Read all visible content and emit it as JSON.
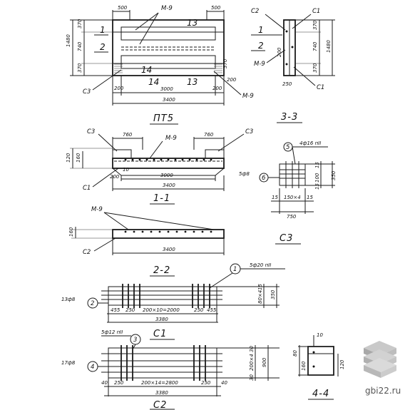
{
  "views": {
    "pt5": {
      "title": "ПТ5",
      "dims": {
        "top_left": "500",
        "top_right": "500",
        "height": "1480",
        "h1": "370",
        "h2": "740",
        "h3": "370",
        "d200a": "200",
        "d200b": "200",
        "d3000": "3000",
        "d3400": "3400",
        "d200r": "200",
        "d370r": "370"
      },
      "marks": {
        "m9": "М-9",
        "n13a": "13",
        "n13b": "13",
        "n14a": "14",
        "n14b": "14",
        "c3": "С3",
        "f1": "1",
        "f2": "2"
      }
    },
    "s33": {
      "title": "3-3",
      "marks": {
        "c2": "С2",
        "c1a": "С1",
        "c1b": "С1",
        "m9": "М-9",
        "f1": "1",
        "f2": "2"
      },
      "dims": {
        "h370a": "370",
        "h740": "740",
        "h370b": "370",
        "h1480": "1480",
        "w200": "200",
        "w250": "250"
      }
    },
    "s11": {
      "title": "1-1",
      "marks": {
        "c3a": "С3",
        "c3b": "С3",
        "m9": "М-9",
        "c1": "С1"
      },
      "dims": {
        "d760a": "760",
        "d760b": "760",
        "d3000": "3000",
        "d3400": "3400",
        "h120": "120",
        "h160": "160",
        "d200": "200",
        "d10": "10"
      }
    },
    "s22": {
      "title": "2-2",
      "marks": {
        "m9": "М-9",
        "c2": "С2"
      },
      "dims": {
        "h160": "160",
        "d3400": "3400"
      }
    },
    "c3": {
      "title": "С3",
      "marks": {
        "pos5": "5",
        "bar5": "4ф16 пII",
        "pos6": "6",
        "bar6": "5ф8"
      },
      "dims": {
        "d15a": "15",
        "d100a": "100",
        "d15b": "15",
        "d350": "350",
        "d15c": "15",
        "w150x4": "150×4",
        "d15d": "15",
        "w750": "750"
      }
    },
    "c1": {
      "title": "С1",
      "marks": {
        "pos1": "1",
        "bar1": "5ф20 пII",
        "pos2": "2",
        "bar2": "13ф8"
      },
      "dims": {
        "d455a": "455",
        "d250a": "250",
        "span": "200×10=2000",
        "d250b": "250",
        "d455b": "455",
        "d3380": "3380",
        "d15": "15",
        "d80x4": "80×4",
        "d350": "350"
      }
    },
    "c2": {
      "title": "С2",
      "marks": {
        "pos3": "3",
        "bar3": "5ф12 пII",
        "pos4": "4",
        "bar4": "17ф8"
      },
      "dims": {
        "d40a": "40",
        "d250a": "250",
        "span": "200×14=2800",
        "d250b": "250",
        "d40b": "40",
        "d3380": "3380",
        "d30a": "30",
        "d200x4": "200×4",
        "d30b": "30",
        "d900": "900"
      }
    },
    "s44": {
      "title": "4-4",
      "dims": {
        "d10": "10",
        "d80": "80",
        "d160": "160",
        "d120": "120"
      }
    }
  },
  "watermark": "gbi22.ru"
}
